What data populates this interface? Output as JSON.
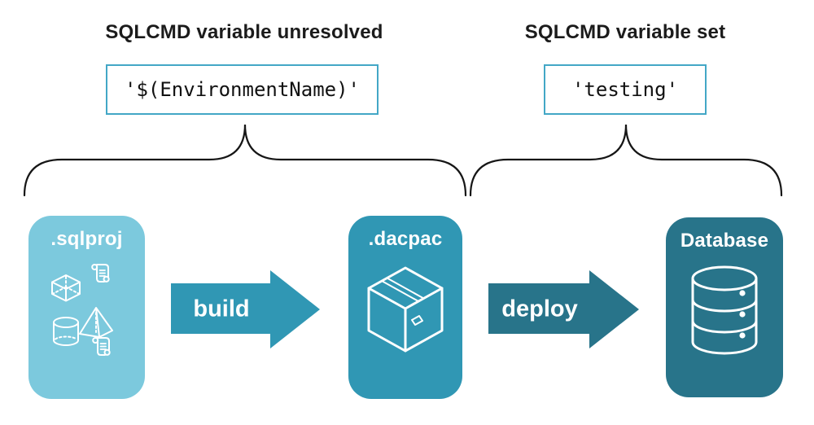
{
  "diagram": {
    "annotations": {
      "unresolved": {
        "heading": "SQLCMD variable unresolved",
        "code": "'$(EnvironmentName)'"
      },
      "set": {
        "heading": "SQLCMD variable set",
        "code": "'testing'"
      }
    },
    "stages": [
      {
        "label": ".sqlproj",
        "fill": "#7cc9dd",
        "icons": [
          "scroll-icon",
          "cube-icon",
          "pyramid-icon",
          "cylinder-icon",
          "scroll-icon"
        ]
      },
      {
        "label": ".dacpac",
        "fill": "#3097b4",
        "icons": [
          "package-box-icon"
        ]
      },
      {
        "label": "Database",
        "fill": "#28748a",
        "icons": [
          "database-cylinder-icon"
        ]
      }
    ],
    "arrows": [
      {
        "label": "build",
        "fill": "#3097b4"
      },
      {
        "label": "deploy",
        "fill": "#28748a"
      }
    ],
    "colors": {
      "code_box_border": "#43a7c6",
      "heading_text": "#1b1b1b",
      "code_text": "#111111",
      "brace_stroke": "#161616",
      "icon_stroke": "#ffffff"
    }
  }
}
